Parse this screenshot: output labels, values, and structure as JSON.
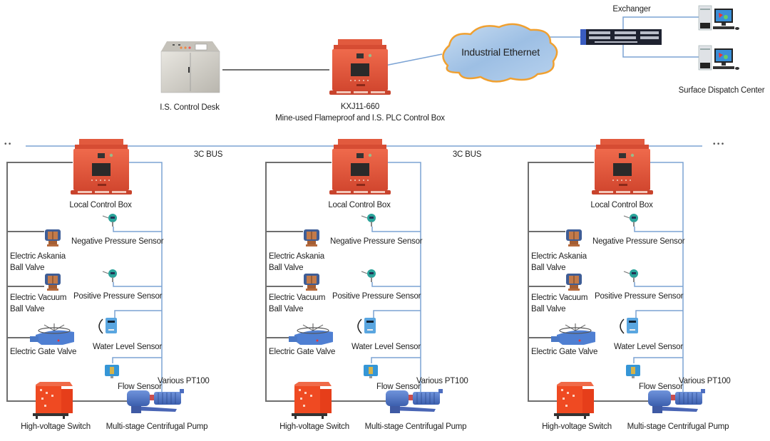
{
  "top": {
    "control_desk": {
      "label": "I.S. Control Desk",
      "icon": "control-desk-icon"
    },
    "plc_box": {
      "model": "KXJ11-660",
      "description": "Mine-used Flameproof and I.S. PLC Control Box",
      "icon": "plc-control-box-icon"
    },
    "network": {
      "label": "Industrial Ethernet",
      "icon": "cloud-icon"
    },
    "exchanger": {
      "label": "Exchanger",
      "icon": "network-switch-icon"
    },
    "dispatch": {
      "label": "Surface Dispatch Center",
      "icon": "desktop-computer-icon",
      "computer_count": 2
    }
  },
  "bus": {
    "label": "3C BUS",
    "ellipsis_left": "• •",
    "ellipsis_right": "• • •"
  },
  "units": [
    {
      "local_box": "Local Control Box",
      "bus_label": "3C BUS",
      "sensors": [
        "Negative Pressure Sensor",
        "Positive Pressure Sensor",
        "Water Level Sensor",
        "Flow Sensor"
      ],
      "actuators": [
        "Electric Askania Ball Valve",
        "Electric Vacuum Ball Valve",
        "Electric Gate Valve"
      ],
      "switch": "High-voltage Switch",
      "pump": "Multi-stage Centrifugal Pump",
      "pt100": "Various PT100"
    },
    {
      "local_box": "Local Control Box",
      "bus_label": "3C BUS",
      "sensors": [
        "Negative Pressure Sensor",
        "Positive Pressure Sensor",
        "Water Level Sensor",
        "Flow Sensor"
      ],
      "actuators": [
        "Electric Askania Ball Valve",
        "Electric Vacuum Ball Valve",
        "Electric Gate Valve"
      ],
      "switch": "High-voltage Switch",
      "pump": "Multi-stage Centrifugal Pump",
      "pt100": "Various PT100"
    },
    {
      "local_box": "Local Control Box",
      "bus_label": "",
      "sensors": [
        "Negative Pressure Sensor",
        "Positive Pressure Sensor",
        "Water Level Sensor",
        "Flow Sensor"
      ],
      "actuators": [
        "Electric Askania Ball Valve",
        "Electric Vacuum Ball Valve",
        "Electric Gate Valve"
      ],
      "switch": "High-voltage Switch",
      "pump": "Multi-stage Centrifugal Pump",
      "pt100": "Various PT100"
    }
  ],
  "colors": {
    "bus_line": "#7ba3d4",
    "wire_gray": "#6e6e6e",
    "box_red": "#e0533a",
    "box_red_dark": "#b83a26",
    "cloud_fill": "#a9c8e8",
    "cloud_edge": "#f0a030",
    "teal": "#2aa39a",
    "blue_device": "#4a79c8"
  }
}
